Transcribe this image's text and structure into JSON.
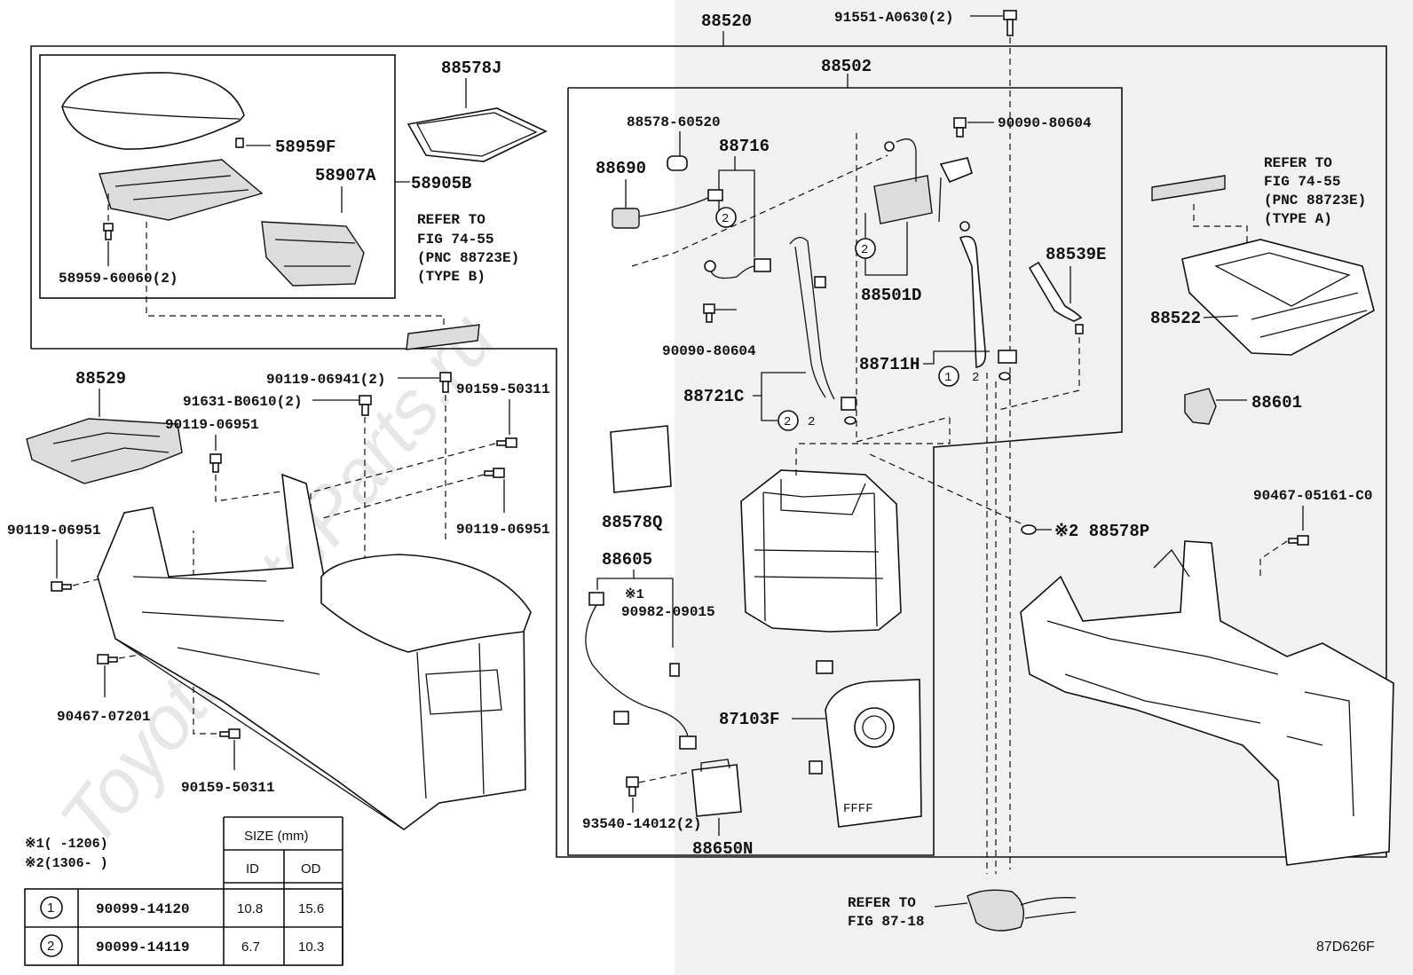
{
  "diagram_code": "87D626F",
  "watermark": "ToyotaAutoParts.ru",
  "labels": {
    "p88520": "88520",
    "p91551": "91551-A0630(2)",
    "p88502": "88502",
    "p88578J": "88578J",
    "p58959F": "58959F",
    "p58907A": "58907A",
    "p58905B": "58905B",
    "p58959_60060": "58959-60060(2)",
    "refer_b_1": "REFER TO",
    "refer_b_2": "FIG 74-55",
    "refer_b_3": "(PNC 88723E)",
    "refer_b_4": "(TYPE B)",
    "p88578_60520": "88578-60520",
    "p88716": "88716",
    "p88690": "88690",
    "p90090_top": "90090-80604",
    "p90090_mid": "90090-80604",
    "p88501D": "88501D",
    "p88539E": "88539E",
    "p88711H": "88711H",
    "p88721C": "88721C",
    "refer_a_1": "REFER TO",
    "refer_a_2": "FIG 74-55",
    "refer_a_3": "(PNC 88723E)",
    "refer_a_4": "(TYPE A)",
    "p88522": "88522",
    "p88601": "88601",
    "p88529": "88529",
    "p90119_06941": "90119-06941(2)",
    "p91631": "91631-B0610(2)",
    "p90159_top": "90159-50311",
    "p90119_06951_a": "90119-06951",
    "p90119_06951_b": "90119-06951",
    "p90119_06951_c": "90119-06951",
    "p90467_07201": "90467-07201",
    "p90159_bot": "90159-50311",
    "p88578Q": "88578Q",
    "p88605": "88605",
    "note_x1": "※1",
    "p90982": "90982-09015",
    "p87103F": "87103F",
    "p93540": "93540-14012(2)",
    "p88650N": "88650N",
    "p88578P": "※2 88578P",
    "p90467_05161": "90467-05161-C0",
    "refer_c_1": "REFER TO",
    "refer_c_2": "FIG 87-18",
    "callout_1": "1",
    "callout_2": "2",
    "dash_2": "2"
  },
  "notes": {
    "n1": "※1(     -1206)",
    "n2": "※2(1306-     )"
  },
  "size_table": {
    "header": "SIZE (mm)",
    "col_id": "ID",
    "col_od": "OD",
    "rows": [
      {
        "mark": "1",
        "part": "90099-14120",
        "id": "10.8",
        "od": "15.6"
      },
      {
        "mark": "2",
        "part": "90099-14119",
        "id": "6.7",
        "od": "10.3"
      }
    ]
  }
}
